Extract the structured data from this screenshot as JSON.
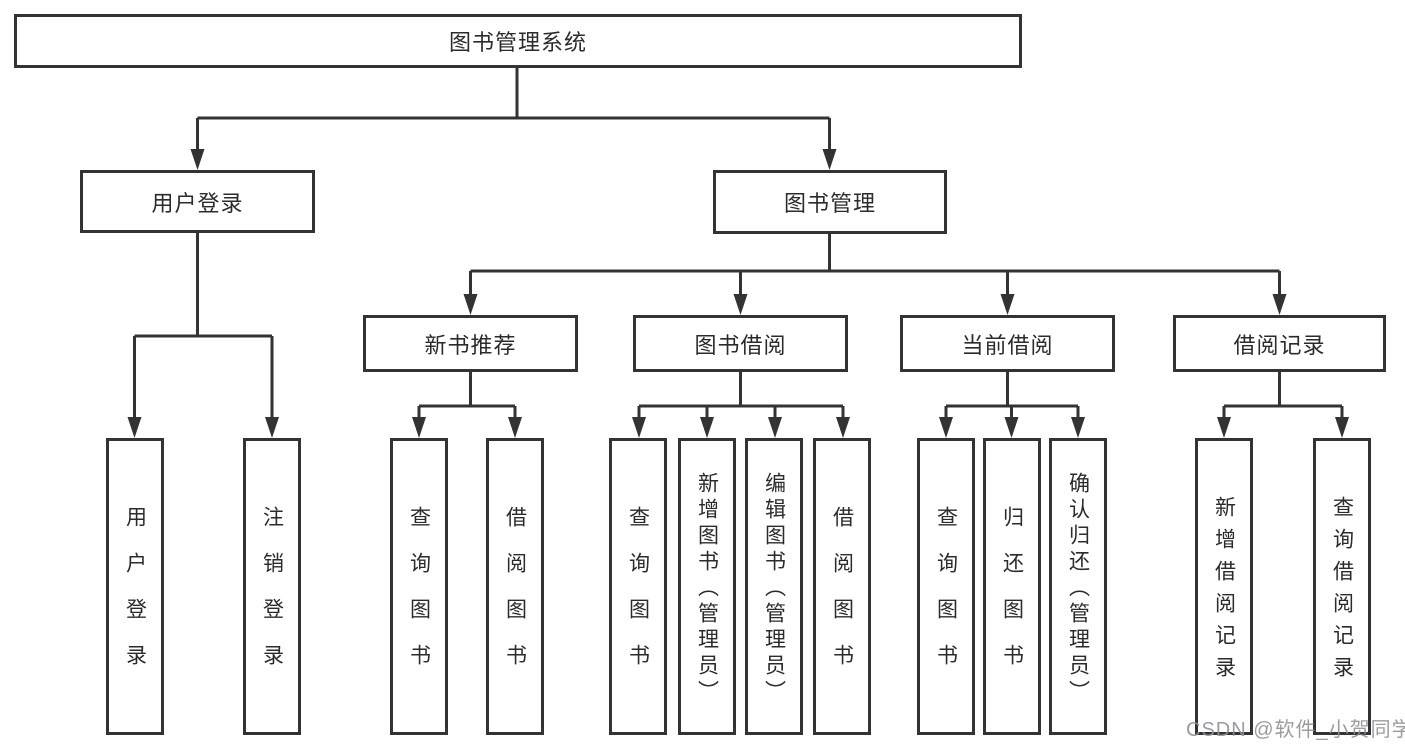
{
  "diagram": {
    "root": {
      "label": "图书管理系统"
    },
    "level2": [
      {
        "label": "用户登录"
      },
      {
        "label": "图书管理"
      }
    ],
    "level3": [
      {
        "label": "新书推荐"
      },
      {
        "label": "图书借阅"
      },
      {
        "label": "当前借阅"
      },
      {
        "label": "借阅记录"
      }
    ],
    "leaves": {
      "user_login": [
        "用户登录",
        "注销登录"
      ],
      "new_books": [
        "查询图书",
        "借阅图书"
      ],
      "book_borrow": [
        "查询图书",
        "新增图书（管理员）",
        "编辑图书（管理员）",
        "借阅图书"
      ],
      "current_borrow": [
        "查询图书",
        "归还图书",
        "确认归还（管理员）"
      ],
      "borrow_records": [
        "新增借阅记录",
        "查询借阅记录"
      ]
    },
    "colors": {
      "line": "#333333",
      "text": "#2b2b2b",
      "background": "#ffffff",
      "watermark": "#919196"
    },
    "watermark": "CSDN @软件_小贺同学"
  }
}
